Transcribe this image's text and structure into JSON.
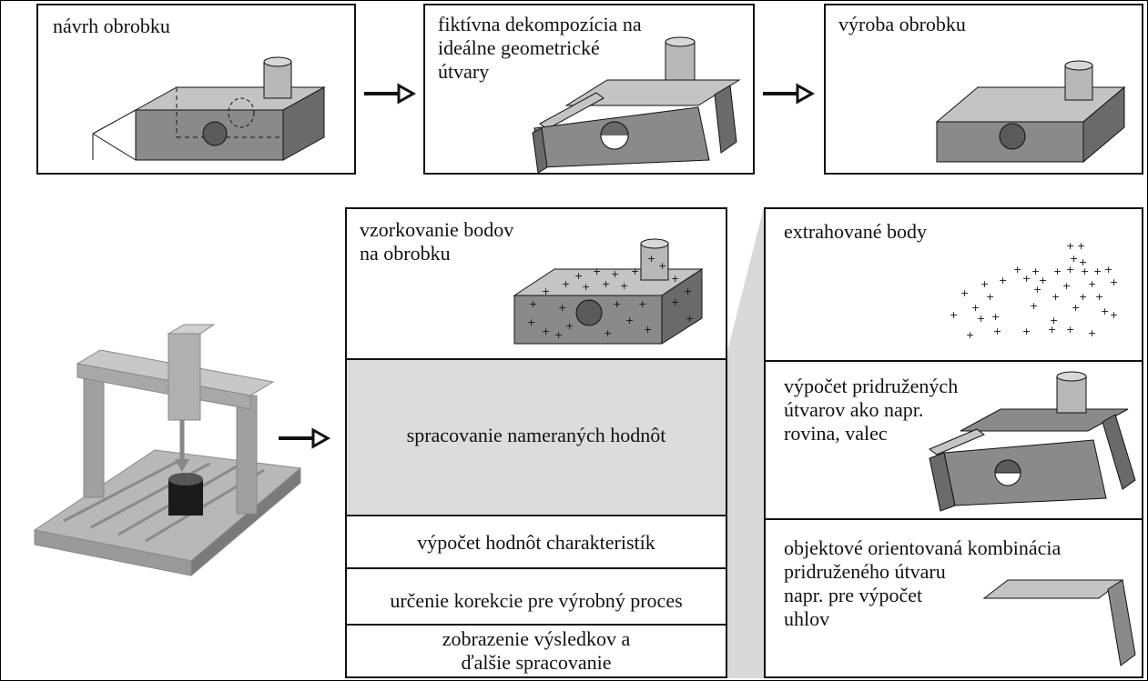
{
  "top_row": {
    "design": "návrh obrobku",
    "decomposition": "fiktívna dekompozícia na\nideálne geometrické\nútvary",
    "production": "výroba obrobku"
  },
  "middle": {
    "sampling": "vzorkovanie bodov\nna obrobku",
    "processing": "spracovanie nameraných hodnôt",
    "characteristics": "výpočet hodnôt charakteristík",
    "correction": "určenie korekcie pre výrobný proces",
    "display": "zobrazenie výsledkov a\nďalšie spracovanie"
  },
  "right": {
    "extracted": "extrahované body",
    "associated": "výpočet pridružených\nútvarov ako napr.\nrovina, valec",
    "combination": "objektové orientovaná kombinácia\npridruženého útvaru\nnapr. pre výpočet\nuhlov"
  },
  "colors": {
    "frame": "#111111",
    "block_front": "#8a8a8a",
    "block_top": "#c4c4c4",
    "block_side": "#6a6a6a",
    "highlight_band": "#dcdcdc",
    "connector": "#d9d9d9"
  },
  "icons": [
    "arrow-right-icon",
    "workpiece-icon",
    "cmm-machine-icon",
    "point-cloud-icon",
    "angle-plates-icon"
  ]
}
